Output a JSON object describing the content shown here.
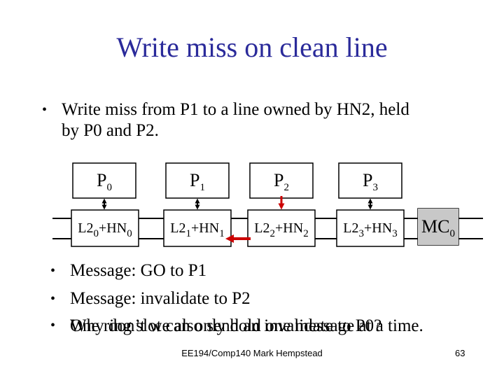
{
  "title": "Write miss on clean line",
  "bullet1": {
    "line1": "Write miss from P1 to a line owned by HN2, held",
    "line2": "by P0 and P2."
  },
  "processors": [
    {
      "name": "P",
      "sub": "0"
    },
    {
      "name": "P",
      "sub": "1"
    },
    {
      "name": "P",
      "sub": "2"
    },
    {
      "name": "P",
      "sub": "3"
    }
  ],
  "caches": [
    {
      "a": "L2",
      "a_sub": "0",
      "b": "+HN",
      "b_sub": "0"
    },
    {
      "a": "L2",
      "a_sub": "1",
      "b": "+HN",
      "b_sub": "1"
    },
    {
      "a": "L2",
      "a_sub": "2",
      "b": "+HN",
      "b_sub": "2"
    },
    {
      "a": "L2",
      "a_sub": "3",
      "b": "+HN",
      "b_sub": "3"
    }
  ],
  "memory_controller": {
    "name": "MC",
    "sub": "0"
  },
  "bullets": [
    "Message: GO to P1",
    "Message: invalidate to P2"
  ],
  "overlapping_text": {
    "a": "One ring slot can only hold one message at a time.",
    "b": "Why don’t we also send an invalidate to P0?"
  },
  "footer": "EE194/Comp140 Mark Hempstead",
  "page_number": "63",
  "colors": {
    "title": "#2a2a9a",
    "highlight_arrow": "#cc0000",
    "mc_fill": "#c8c8c8"
  }
}
